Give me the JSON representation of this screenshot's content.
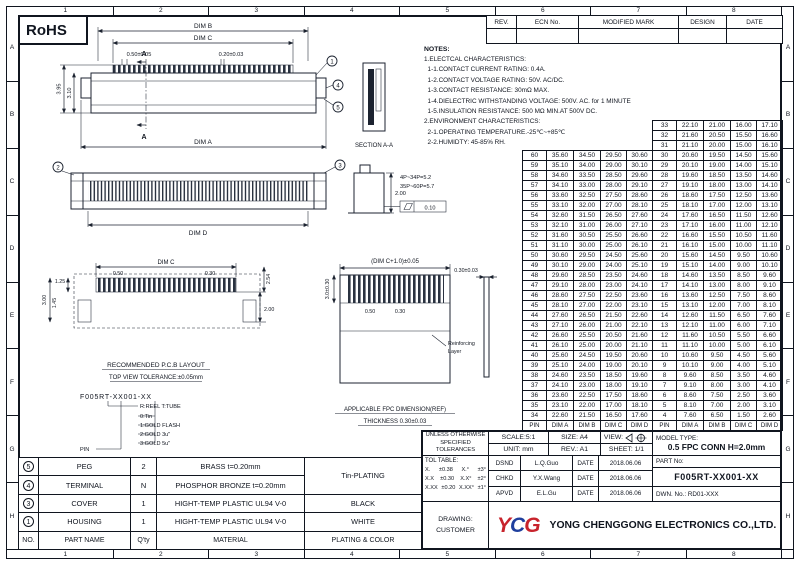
{
  "colors": {
    "line": "#1c2330",
    "logo_red": "#c8232c",
    "logo_blue": "#1f3f9e"
  },
  "sheet": {
    "rohs": "RoHS",
    "zone_numbers": [
      "1",
      "2",
      "3",
      "4",
      "5",
      "6",
      "7",
      "8"
    ],
    "zone_letters": [
      "A",
      "B",
      "C",
      "D",
      "E",
      "F",
      "G",
      "H"
    ]
  },
  "revision_table": {
    "headers": [
      "REV.",
      "ECN No.",
      "MODIFIED MARK",
      "DESIGN",
      "DATE"
    ]
  },
  "notes": {
    "title": "NOTES:",
    "lines": [
      "1.ELECTCAL CHARACTERISTICS:",
      "  1-1.CONTACT CURRENT RATING: 0.4A.",
      "  1-2.CONTACT VOLTAGE RATING: 50V. AC/DC.",
      "  1-3.CONTACT RESISTANCE: 30mΩ MAX.",
      "  1-4.DIELECTRIC WITHSTANDING VOLTAGE: 500V. AC. for 1 MINUTE",
      "  1-5.INSULATION RESISTANCE: 500 MΩ MIN.AT 500V DC.",
      "2.ENVIRONMENT CHARACTERISTICS:",
      "  2-1.OPERATING TEMPERATURE.-25℃~+85℃",
      "  2-2.HUMIDTY: 45-85% RH."
    ]
  },
  "dim_table": {
    "headers": [
      "PIN",
      "DIM A",
      "DIM B",
      "DIM C",
      "DIM D"
    ],
    "left_rows": [
      [
        "60",
        "35.60",
        "34.50",
        "29.50",
        "30.60"
      ],
      [
        "59",
        "35.10",
        "34.00",
        "29.00",
        "30.10"
      ],
      [
        "58",
        "34.60",
        "33.50",
        "28.50",
        "29.60"
      ],
      [
        "57",
        "34.10",
        "33.00",
        "28.00",
        "29.10"
      ],
      [
        "56",
        "33.60",
        "32.50",
        "27.50",
        "28.60"
      ],
      [
        "55",
        "33.10",
        "32.00",
        "27.00",
        "28.10"
      ],
      [
        "54",
        "32.60",
        "31.50",
        "26.50",
        "27.60"
      ],
      [
        "53",
        "32.10",
        "31.00",
        "26.00",
        "27.10"
      ],
      [
        "52",
        "31.60",
        "30.50",
        "25.50",
        "26.60"
      ],
      [
        "51",
        "31.10",
        "30.00",
        "25.00",
        "26.10"
      ],
      [
        "50",
        "30.60",
        "29.50",
        "24.50",
        "25.60"
      ],
      [
        "49",
        "30.10",
        "29.00",
        "24.00",
        "25.10"
      ],
      [
        "48",
        "29.60",
        "28.50",
        "23.50",
        "24.60"
      ],
      [
        "47",
        "29.10",
        "28.00",
        "23.00",
        "24.10"
      ],
      [
        "46",
        "28.60",
        "27.50",
        "22.50",
        "23.60"
      ],
      [
        "45",
        "28.10",
        "27.00",
        "22.00",
        "23.10"
      ],
      [
        "44",
        "27.60",
        "26.50",
        "21.50",
        "22.60"
      ],
      [
        "43",
        "27.10",
        "26.00",
        "21.00",
        "22.10"
      ],
      [
        "42",
        "26.60",
        "25.50",
        "20.50",
        "21.60"
      ],
      [
        "41",
        "26.10",
        "25.00",
        "20.00",
        "21.10"
      ],
      [
        "40",
        "25.60",
        "24.50",
        "19.50",
        "20.60"
      ],
      [
        "39",
        "25.10",
        "24.00",
        "19.00",
        "20.10"
      ],
      [
        "38",
        "24.60",
        "23.50",
        "18.50",
        "19.60"
      ],
      [
        "37",
        "24.10",
        "23.00",
        "18.00",
        "19.10"
      ],
      [
        "36",
        "23.60",
        "22.50",
        "17.50",
        "18.60"
      ],
      [
        "35",
        "23.10",
        "22.00",
        "17.00",
        "18.10"
      ],
      [
        "34",
        "22.60",
        "21.50",
        "16.50",
        "17.60"
      ]
    ],
    "right_rows": [
      [
        "33",
        "22.10",
        "21.00",
        "16.00",
        "17.10"
      ],
      [
        "32",
        "21.60",
        "20.50",
        "15.50",
        "16.60"
      ],
      [
        "31",
        "21.10",
        "20.00",
        "15.00",
        "16.10"
      ],
      [
        "30",
        "20.60",
        "19.50",
        "14.50",
        "15.60"
      ],
      [
        "29",
        "20.10",
        "19.00",
        "14.00",
        "15.10"
      ],
      [
        "28",
        "19.60",
        "18.50",
        "13.50",
        "14.60"
      ],
      [
        "27",
        "19.10",
        "18.00",
        "13.00",
        "14.10"
      ],
      [
        "26",
        "18.60",
        "17.50",
        "12.50",
        "13.60"
      ],
      [
        "25",
        "18.10",
        "17.00",
        "12.00",
        "13.10"
      ],
      [
        "24",
        "17.60",
        "16.50",
        "11.50",
        "12.60"
      ],
      [
        "23",
        "17.10",
        "16.00",
        "11.00",
        "12.10"
      ],
      [
        "22",
        "16.60",
        "15.50",
        "10.50",
        "11.60"
      ],
      [
        "21",
        "16.10",
        "15.00",
        "10.00",
        "11.10"
      ],
      [
        "20",
        "15.60",
        "14.50",
        "9.50",
        "10.60"
      ],
      [
        "19",
        "15.10",
        "14.00",
        "9.00",
        "10.10"
      ],
      [
        "18",
        "14.60",
        "13.50",
        "8.50",
        "9.60"
      ],
      [
        "17",
        "14.10",
        "13.00",
        "8.00",
        "9.10"
      ],
      [
        "16",
        "13.60",
        "12.50",
        "7.50",
        "8.60"
      ],
      [
        "15",
        "13.10",
        "12.00",
        "7.00",
        "8.10"
      ],
      [
        "14",
        "12.60",
        "11.50",
        "6.50",
        "7.60"
      ],
      [
        "13",
        "12.10",
        "11.00",
        "6.00",
        "7.10"
      ],
      [
        "12",
        "11.60",
        "10.50",
        "5.50",
        "6.60"
      ],
      [
        "11",
        "11.10",
        "10.00",
        "5.00",
        "6.10"
      ],
      [
        "10",
        "10.60",
        "9.50",
        "4.50",
        "5.60"
      ],
      [
        "9",
        "10.10",
        "9.00",
        "4.00",
        "5.10"
      ],
      [
        "8",
        "9.60",
        "8.50",
        "3.50",
        "4.60"
      ],
      [
        "7",
        "9.10",
        "8.00",
        "3.00",
        "4.10"
      ],
      [
        "6",
        "8.60",
        "7.50",
        "2.50",
        "3.60"
      ],
      [
        "5",
        "8.10",
        "7.00",
        "2.00",
        "3.10"
      ],
      [
        "4",
        "7.60",
        "6.50",
        "1.50",
        "2.60"
      ]
    ]
  },
  "drawings": {
    "top_view": {
      "dim_b": "DIM B",
      "dim_c": "DIM C",
      "pitch": "0.50±0.05",
      "contact": "0.20±0.03",
      "h1": "3.95",
      "h2": "3.10",
      "dim_a": "DIM A",
      "section_mark": "A"
    },
    "section": {
      "label": "SECTION A-A"
    },
    "front_view": {
      "dim_d": "DIM D",
      "pitch_note_1": "4P~34P=5.2",
      "pitch_note_2": "35P~60P=5.7",
      "flatness": "0.10",
      "height": "2.00"
    },
    "pcb": {
      "dim_c": "DIM C",
      "p050": "0.50",
      "p030": "0.30",
      "p125": "1.25",
      "p145": "1.45",
      "p254": "2.54",
      "p300": "3.00",
      "p200": "2.00",
      "title": "RECOMMENDED P.C.B LAYOUT",
      "tolerance": "TOP VIEW TOLERANCE:±0.05mm"
    },
    "order": {
      "code": "F005RT-XX001-XX",
      "reel": "R:REEL  T:TUBE",
      "opt0": "0:Tin",
      "opt1": "1:GOLD FLASH",
      "opt2": "2:GOLD 3u\"",
      "opt3": "3:GOLD 5u\"",
      "pin": "PIN"
    },
    "fpc": {
      "width": "(DIM C+1.0)±0.05",
      "p050": "0.50",
      "p030": "0.30",
      "thickness": "0.30±0.03",
      "length": "3.0±0.30",
      "reinf1": "Reinforcing",
      "reinf2": "Layer",
      "title": "APPLICABLE FPC DIMENSION(REF)",
      "thick_note": "THICKNESS 0.30±0.03"
    },
    "callouts": {
      "c1": "1",
      "c2": "2",
      "c3": "3",
      "c4": "4",
      "c5": "5"
    }
  },
  "parts_table": {
    "headers": [
      "NO.",
      "PART NAME",
      "Q'ty",
      "MATERIAL",
      "PLATING & COLOR"
    ],
    "rows": [
      {
        "no": "5",
        "name": "PEG",
        "qty": "2",
        "material": "BRASS t=0.20mm",
        "plating": "Tin-PLATING"
      },
      {
        "no": "4",
        "name": "TERMINAL",
        "qty": "N",
        "material": "PHOSPHOR BRONZE t=0.20mm",
        "plating": ""
      },
      {
        "no": "3",
        "name": "COVER",
        "qty": "1",
        "material": "HIGHT-TEMP PLASTIC UL94 V-0",
        "plating": "BLACK"
      },
      {
        "no": "1",
        "name": "HOUSING",
        "qty": "1",
        "material": "HIGHT-TEMP PLASTIC UL94 V-0",
        "plating": "WHITE"
      }
    ]
  },
  "title_block": {
    "unless_1": "UNLESS OTHERWISE",
    "unless_2": "SPECIFIED TOLERANCES",
    "scale": "SCALE:5:1",
    "unit": "UNIT: mm",
    "size": "SIZE: A4",
    "rev": "REV.: A1",
    "view": "VIEW:",
    "sheet": "SHEET: 1/1",
    "model_label": "MODEL TYPE:",
    "model": "0.5 FPC CONN H=2.0mm",
    "tol_label": "TOL TABLE:",
    "tol_rows": [
      {
        "a": "X.",
        "b": "±0.38",
        "c": "X.°",
        "d": "±3°"
      },
      {
        "a": "X.X",
        "b": "±0.30",
        "c": "X.X°",
        "d": "±2°"
      },
      {
        "a": "X.XX",
        "b": "±0.20",
        "c": "X.XX°",
        "d": "±1°"
      }
    ],
    "sign_rows": [
      {
        "role": "DSND",
        "name": "L.Q.Guo",
        "date_label": "DATE",
        "date": "2018.06.06"
      },
      {
        "role": "CHKD",
        "name": "Y.X.Wang",
        "date_label": "DATE",
        "date": "2018.06.06"
      },
      {
        "role": "APVD",
        "name": "E.L.Gu",
        "date_label": "DATE",
        "date": "2018.06.06"
      }
    ],
    "part_no_label": "PART No:",
    "part_no": "F005RT-XX001-XX",
    "dwn_no": "DWN. No.: RD01-XXX",
    "drawing_label": "DRAWING:",
    "customer": "CUSTOMER",
    "logo": {
      "l1": "Y",
      "l2": "C",
      "l3": "G"
    },
    "company": "YONG CHENGGONG ELECTRONICS CO.,LTD."
  }
}
